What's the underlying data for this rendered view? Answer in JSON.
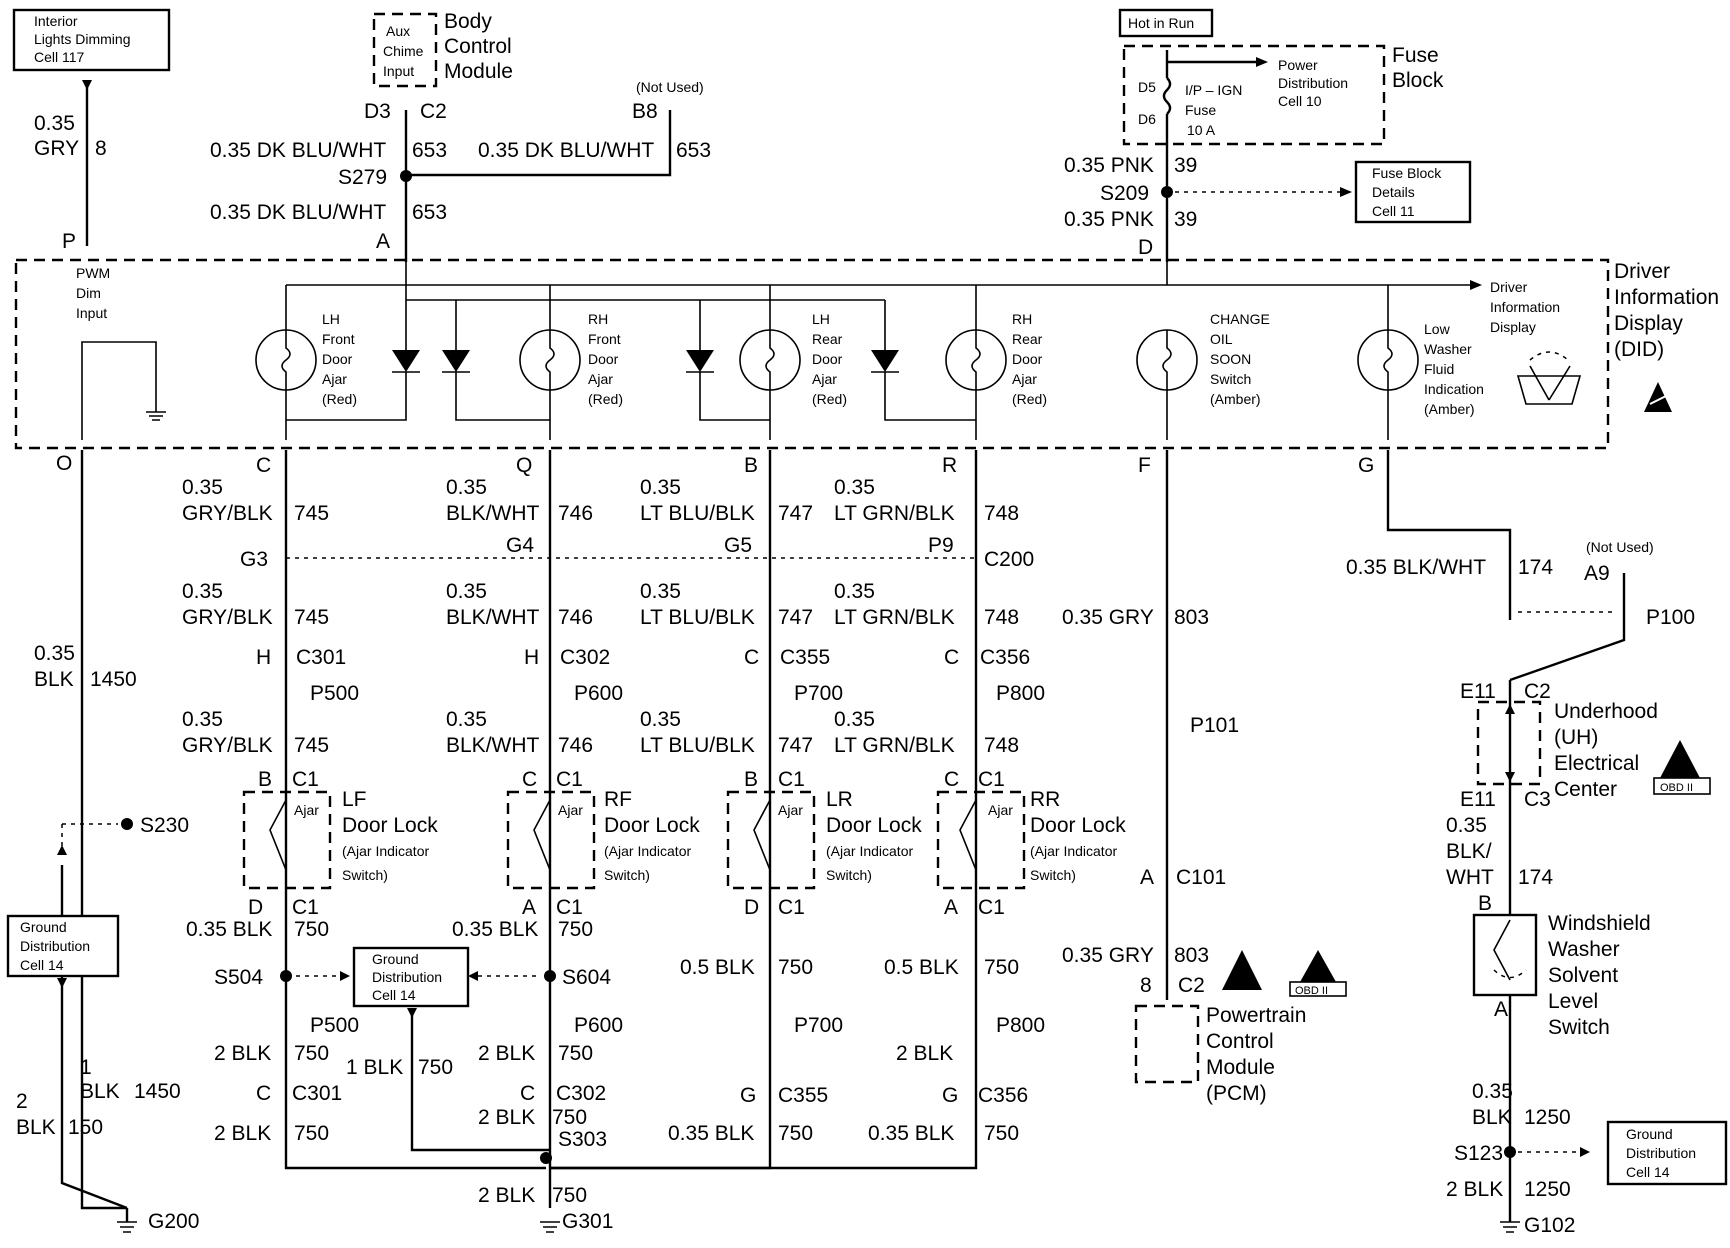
{
  "refs": {
    "interior_dim": [
      "Interior",
      "Lights Dimming",
      "Cell 117"
    ],
    "hot_in_run": "Hot in Run",
    "power_dist": [
      "Power",
      "Distribution",
      "Cell 10"
    ],
    "fuse_block_details": [
      "Fuse Block",
      "Details",
      "Cell 11"
    ],
    "ground_dist": [
      "Ground",
      "Distribution",
      "Cell 14"
    ],
    "not_used": "(Not Used)"
  },
  "modules": {
    "bcm": {
      "inner": [
        "Aux",
        "Chime",
        "Input"
      ],
      "name": [
        "Body",
        "Control",
        "Module"
      ],
      "pins": [
        "D3",
        "C2",
        "B8"
      ]
    },
    "fuse_block": {
      "name": [
        "Fuse",
        "Block"
      ],
      "fuse": [
        "I/P – IGN",
        "Fuse",
        "10 A"
      ],
      "pins": [
        "D5",
        "D6"
      ]
    },
    "did": {
      "name": [
        "Driver",
        "Information",
        "Display",
        "(DID)"
      ],
      "pwm": [
        "PWM",
        "Dim",
        "Input"
      ],
      "did_small": [
        "Driver",
        "Information",
        "Display"
      ]
    },
    "uh": {
      "name": [
        "Underhood",
        "(UH)",
        "Electrical",
        "Center"
      ],
      "obd": "OBD II"
    },
    "pcm": {
      "name": [
        "Powertrain",
        "Control",
        "Module",
        "(PCM)"
      ]
    },
    "washer_switch": {
      "name": [
        "Windshield",
        "Washer",
        "Solvent",
        "Level",
        "Switch"
      ]
    }
  },
  "indicators": [
    {
      "label": [
        "LH",
        "Front",
        "Door",
        "Ajar",
        "(Red)"
      ]
    },
    {
      "label": [
        "RH",
        "Front",
        "Door",
        "Ajar",
        "(Red)"
      ]
    },
    {
      "label": [
        "LH",
        "Rear",
        "Door",
        "Ajar",
        "(Red)"
      ]
    },
    {
      "label": [
        "RH",
        "Rear",
        "Door",
        "Ajar",
        "(Red)"
      ]
    },
    {
      "label": [
        "CHANGE",
        "OIL",
        "SOON",
        "Switch",
        "(Amber)"
      ]
    },
    {
      "label": [
        "Low",
        "Washer",
        "Fluid",
        "Indication",
        "(Amber)"
      ]
    }
  ],
  "door_locks": [
    {
      "title": [
        "LF",
        "Door Lock"
      ],
      "sub": [
        "(Ajar Indicator",
        "Switch)"
      ]
    },
    {
      "title": [
        "RF",
        "Door Lock"
      ],
      "sub": [
        "(Ajar Indicator",
        "Switch)"
      ]
    },
    {
      "title": [
        "LR",
        "Door Lock"
      ],
      "sub": [
        "(Ajar Indicator",
        "Switch)"
      ]
    },
    {
      "title": [
        "RR",
        "Door Lock"
      ],
      "sub": [
        "(Ajar Indicator",
        "Switch)"
      ]
    }
  ],
  "ajar": "Ajar",
  "labels": {
    "l035": "0.35",
    "gry8": "GRY",
    "c8": "8",
    "dkblu": "0.35 DK BLU/WHT",
    "c653": "653",
    "s279": "S279",
    "pnk": "0.35 PNK",
    "c39": "39",
    "s209": "S209",
    "p": "P",
    "a": "A",
    "d": "D",
    "o": "O",
    "c": "C",
    "q": "Q",
    "b": "B",
    "r": "R",
    "f": "F",
    "g": "G",
    "gryblk": "GRY/BLK",
    "c745": "745",
    "blkwht": "BLK/WHT",
    "c746": "746",
    "ltblublk": "LT BLU/BLK",
    "c747": "747",
    "ltgrnblk": "LT GRN/BLK",
    "c748": "748",
    "g3": "G3",
    "g4": "G4",
    "g5": "G5",
    "p9": "P9",
    "c200": "C200",
    "h": "H",
    "c301": "C301",
    "c302": "C302",
    "c355": "C355",
    "c356": "C356",
    "p500": "P500",
    "p600": "P600",
    "p700": "P700",
    "p800": "P800",
    "c1": "C1",
    "blk": "BLK",
    "c1450": "1450",
    "s230": "S230",
    "blk750": "0.35 BLK",
    "c750": "750",
    "s504": "S504",
    "s604": "S604",
    "bk05": "0.5 BLK",
    "two_blk": "2 BLK",
    "one_blk": "1 BLK",
    "one": "1",
    "two": "2",
    "c150": "150",
    "s303": "S303",
    "g200": "G200",
    "g301": "G301",
    "gry803": "0.35 GRY",
    "c803": "803",
    "p101": "P101",
    "c101": "C101",
    "eight": "8",
    "c2": "C2",
    "blkwht174": "0.35 BLK/WHT",
    "c174": "174",
    "a9": "A9",
    "p100": "P100",
    "e11": "E11",
    "c3": "C3",
    "blkslash": "BLK/",
    "wht": "WHT",
    "c1250": "1250",
    "s123": "S123",
    "g102": "G102"
  }
}
